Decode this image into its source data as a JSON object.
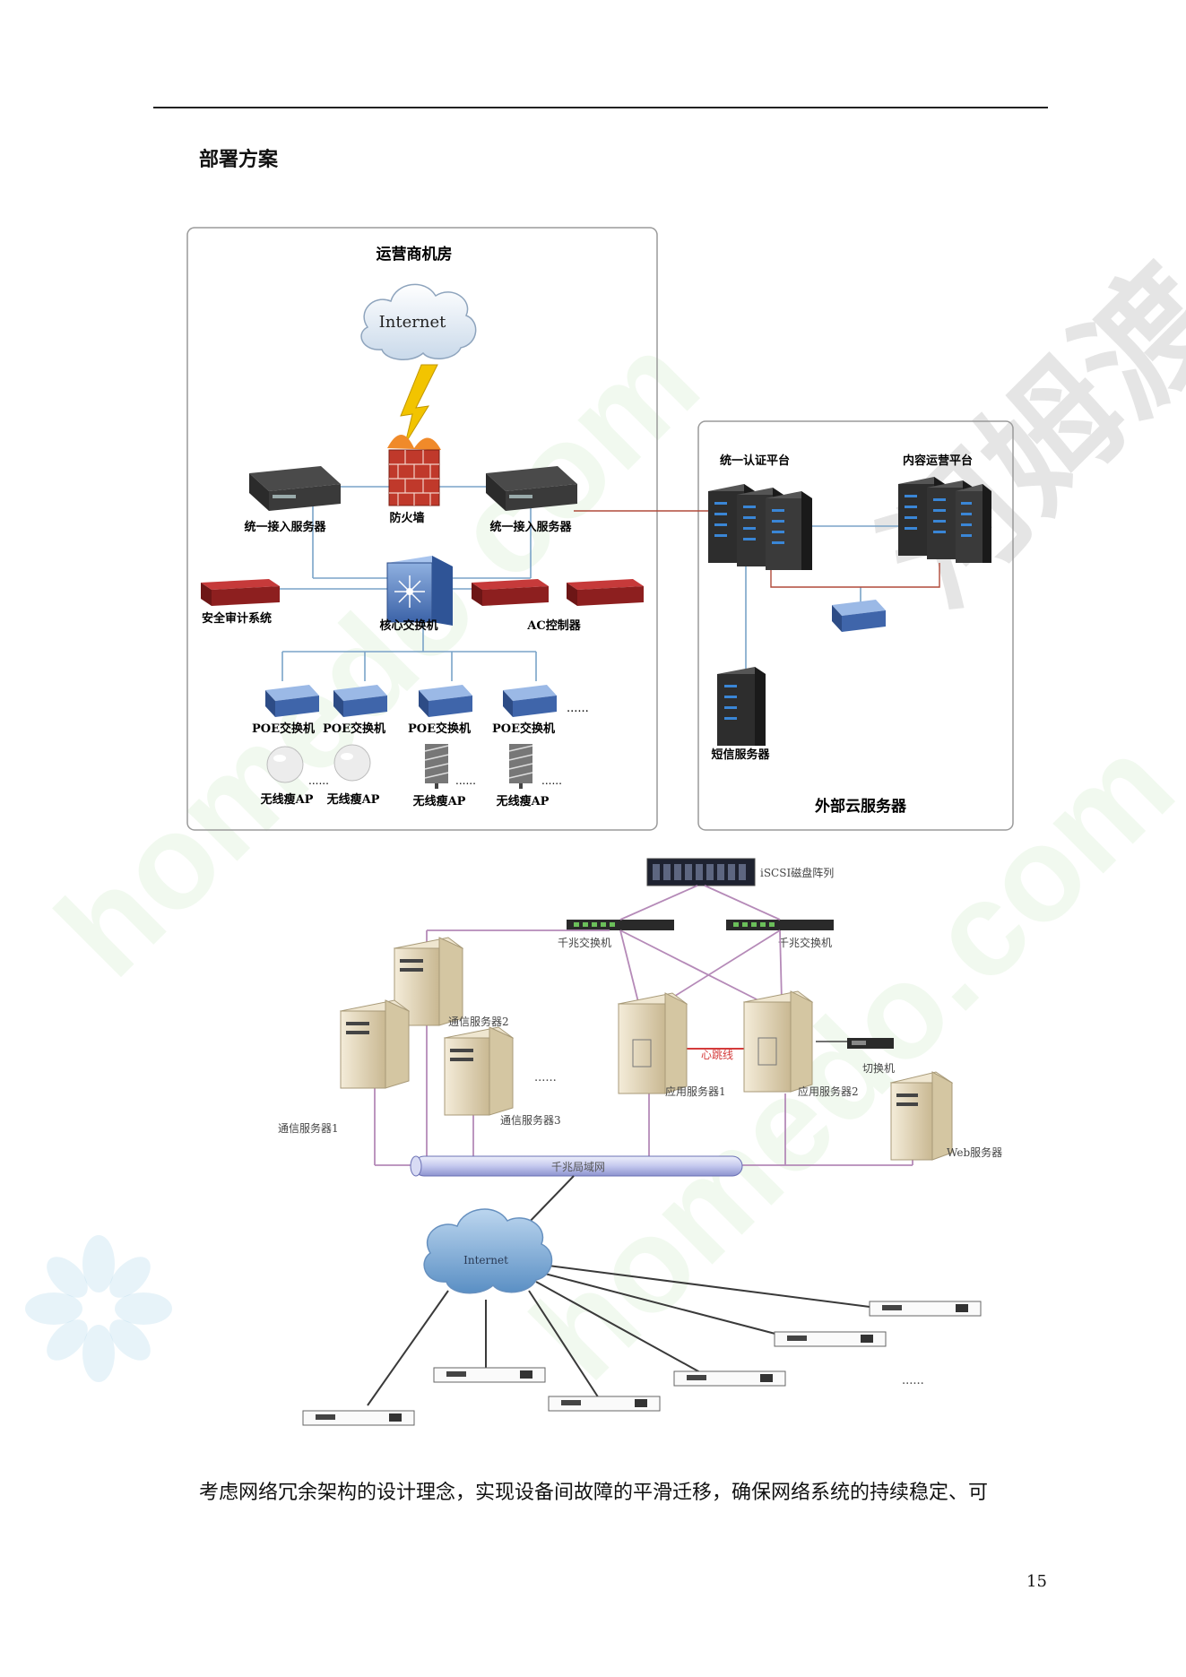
{
  "page": {
    "heading": "部署方案",
    "body_text": "考虑网络冗余架构的设计理念，实现设备间故障的平滑迁移，确保网络系统的持续稳定、可",
    "page_number": "15"
  },
  "watermarks": {
    "latin": "homedo.com",
    "cn": "河姆渡"
  },
  "diagram1": {
    "operator_room_title": "运营商机房",
    "cloud_label": "Internet",
    "firewall_label": "防火墙",
    "access_server_left_label": "统一接入服务器",
    "access_server_right_label": "统一接入服务器",
    "audit_label": "安全审计系统",
    "core_switch_label": "核心交换机",
    "ac_label": "AC控制器",
    "poe_labels": [
      "POE交换机",
      "POE交换机",
      "POE交换机",
      "POE交换机"
    ],
    "ap_labels": [
      "无线瘦AP",
      "无线瘦AP",
      "无线瘦AP",
      "无线瘦AP"
    ],
    "ellipsis_1": "......",
    "ellipsis_2": "......",
    "ellipsis_3": "......",
    "ellipsis_4": "......",
    "external_title": "外部云服务器",
    "auth_label": "统一认证平台",
    "content_label": "内容运营平台",
    "sms_label": "短信服务器"
  },
  "diagram2": {
    "iscsi_label": "iSCSI磁盘阵列",
    "gig_switch_left_label": "千兆交换机",
    "gig_switch_right_label": "千兆交换机",
    "comm_server_1_label": "通信服务器1",
    "comm_server_2_label": "通信服务器2",
    "comm_server_3_label": "通信服务器3",
    "app_server_1_label": "应用服务器1",
    "app_server_2_label": "应用服务器2",
    "heartbeat_label": "心跳线",
    "kvm_label": "切换机",
    "web_server_label": "Web服务器",
    "lan_label": "千兆局域网",
    "cloud_label": "Internet",
    "ellipsis_servers": "......",
    "ellipsis_devices": "......"
  },
  "colors": {
    "link_blue": "#7aa3c8",
    "link_red": "#b04a3a",
    "link_purple": "#b58ab8",
    "heartbeat_red": "#d43b3b"
  }
}
